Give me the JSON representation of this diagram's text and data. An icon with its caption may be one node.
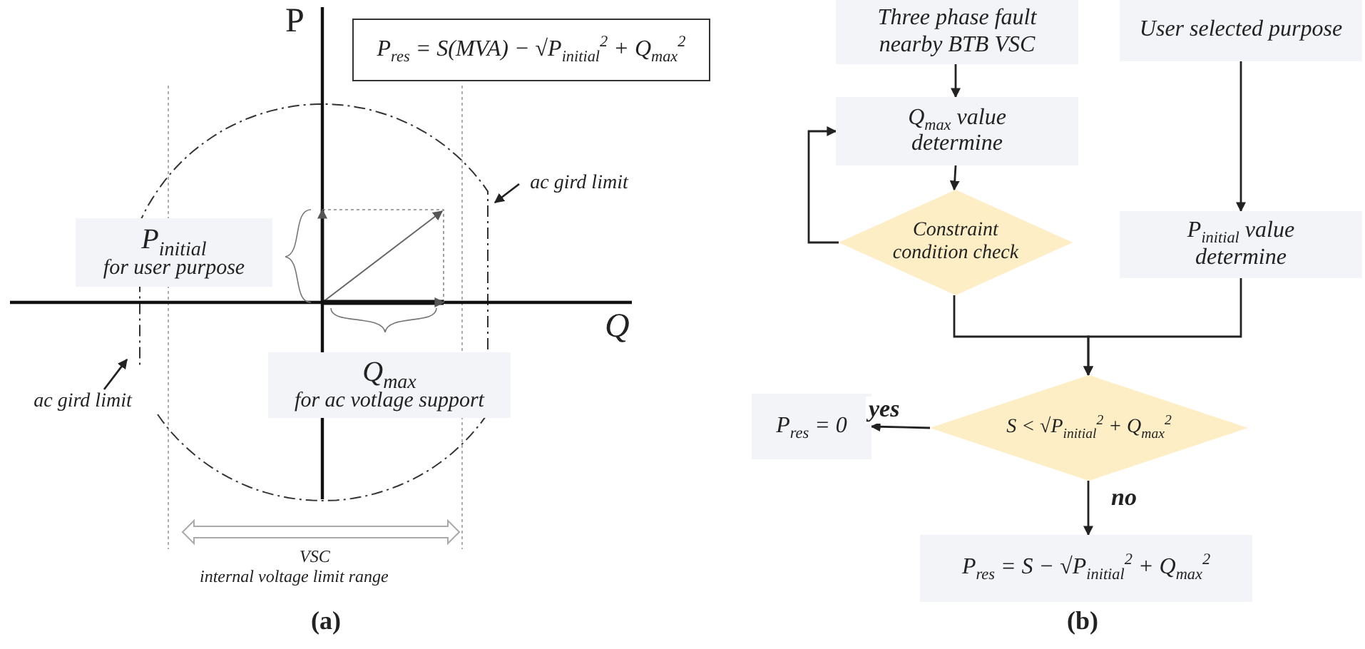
{
  "diagram": {
    "nodes": [
      {
        "text": [
          "P$_{res}$ = S(MVA) − √P$_{initial}$$^{2}$ + Q$_{max}$$^{2}$"
        ]
      },
      {
        "text": [
          "P$_{initial}$",
          "for user  purpose"
        ]
      },
      {
        "text": [
          "Q$_{max}$",
          "for ac votlage support"
        ]
      },
      {
        "text": [
          "ac gird limit"
        ]
      },
      {
        "text": [
          "ac gird limit"
        ]
      },
      {
        "text": [
          "Three phase fault nearby BTB VSC"
        ]
      },
      {
        "text": [
          "User selected purpose"
        ]
      },
      {
        "text": [
          "Q$_{max}$ value determine"
        ]
      },
      {
        "text": [
          "Constraint condition check"
        ]
      },
      {
        "text": [
          "P$_{initial}$ value determine"
        ]
      },
      {
        "text": [
          "S < √P$_{initial}$$^{2}$ + Q$_{max}$$^{2}$"
        ]
      },
      {
        "text": [
          "P$_{res}$ = 0"
        ]
      },
      {
        "text": [
          "P$_{res}$ = S − √P$_{initial}$$^{2}$ + Q$_{max}$$^{2}$"
        ]
      }
    ],
    "edges": [
      {
        "from": 3,
        "to": null,
        "arrow": "to"
      },
      {
        "from": 4,
        "to": null,
        "arrow": "to"
      },
      {
        "from": 5,
        "to": 7,
        "arrow": "to"
      },
      {
        "from": 7,
        "to": 8,
        "arrow": "to"
      },
      {
        "from": 8,
        "to": 7,
        "arrow": "to"
      },
      {
        "from": 6,
        "to": 9,
        "arrow": "to"
      },
      {
        "from": 8,
        "to": 10,
        "arrow": "to"
      },
      {
        "from": 9,
        "to": 10,
        "arrow": "to"
      },
      {
        "from": 10,
        "to": 11,
        "arrow": "to",
        "label": "yes"
      },
      {
        "from": 10,
        "to": 12,
        "arrow": "to",
        "label": "no"
      }
    ],
    "labels": [
      "P",
      "Q",
      "VSC",
      "internal voltage limit range",
      "(a)",
      "(b)"
    ]
  }
}
